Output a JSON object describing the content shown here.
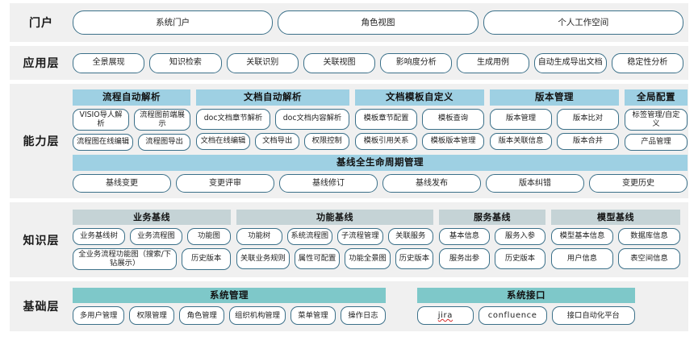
{
  "title": "系统分层架构图",
  "colors": {
    "band_bg": "#f0f0f0",
    "pill_border": "#3b7089",
    "group_head_blue": "#9ed0e3",
    "group_head_gray": "#c5d3d6",
    "group_head_teal": "#7ec8c9",
    "page_bg": "#ffffff"
  },
  "layers": [
    {
      "id": "portal",
      "label": "门户",
      "items": [
        "系统门户",
        "角色视图",
        "个人工作空间"
      ]
    },
    {
      "id": "application",
      "label": "应用层",
      "items": [
        "全景展现",
        "知识检索",
        "关联识别",
        "关联视图",
        "影响度分析",
        "生成用例",
        "自动生成导出文档",
        "稳定性分析"
      ]
    },
    {
      "id": "capability",
      "label": "能力层",
      "groups": [
        {
          "head": "流程自动解析",
          "rows": [
            [
              "VISIO导人解析",
              "流程图前端展示"
            ],
            [
              "流程图在线编辑",
              "流程图导出"
            ]
          ]
        },
        {
          "head": "文档自动解析",
          "rows": [
            [
              "doc文档章节解析",
              "doc文档内容解析"
            ],
            [
              "文档在线编辑",
              "文档导出",
              "权限控制"
            ]
          ]
        },
        {
          "head": "文档模板自定义",
          "rows": [
            [
              "模板章节配置",
              "模板查询"
            ],
            [
              "模板引用关系",
              "模板版本管理"
            ]
          ]
        },
        {
          "head": "版本管理",
          "rows": [
            [
              "版本管理",
              "版本比对"
            ],
            [
              "版本关联信息",
              "版本合并"
            ]
          ]
        },
        {
          "head": "全局配置",
          "rows": [
            [
              "标签管理/自定义"
            ],
            [
              "产品管理"
            ]
          ]
        }
      ],
      "full_group": {
        "head": "基线全生命周期管理",
        "items": [
          "基线变更",
          "变更评审",
          "基线修订",
          "基线发布",
          "版本纠错",
          "变更历史"
        ]
      }
    },
    {
      "id": "knowledge",
      "label": "知识层",
      "groups": [
        {
          "head": "业务基线",
          "rows": [
            [
              "业务基线树",
              "业务流程图",
              "功能图"
            ],
            [
              "全业务流程功能图（搜索/下钻展示）",
              "历史版本"
            ]
          ]
        },
        {
          "head": "功能基线",
          "rows": [
            [
              "功能树",
              "系统流程图",
              "子流程管理",
              "关联服务"
            ],
            [
              "关联业务规则",
              "属性可配置",
              "功能全景图",
              "历史版本"
            ]
          ]
        },
        {
          "head": "服务基线",
          "rows": [
            [
              "基本信息",
              "服务入参"
            ],
            [
              "服务出参",
              "历史版本"
            ]
          ]
        },
        {
          "head": "模型基线",
          "rows": [
            [
              "模型基本信息",
              "数据库信息"
            ],
            [
              "用户信息",
              "表空间信息"
            ]
          ]
        }
      ]
    },
    {
      "id": "base",
      "label": "基础层",
      "groups": [
        {
          "head": "系统管理",
          "rows": [
            [
              "多用户管理",
              "权限管理",
              "角色管理",
              "组织机构管理",
              "菜单管理",
              "操作日志"
            ]
          ]
        },
        {
          "head": "系统接口",
          "rows": [
            [
              "jira",
              "confluence",
              "接口自动化平台"
            ]
          ]
        }
      ]
    }
  ]
}
